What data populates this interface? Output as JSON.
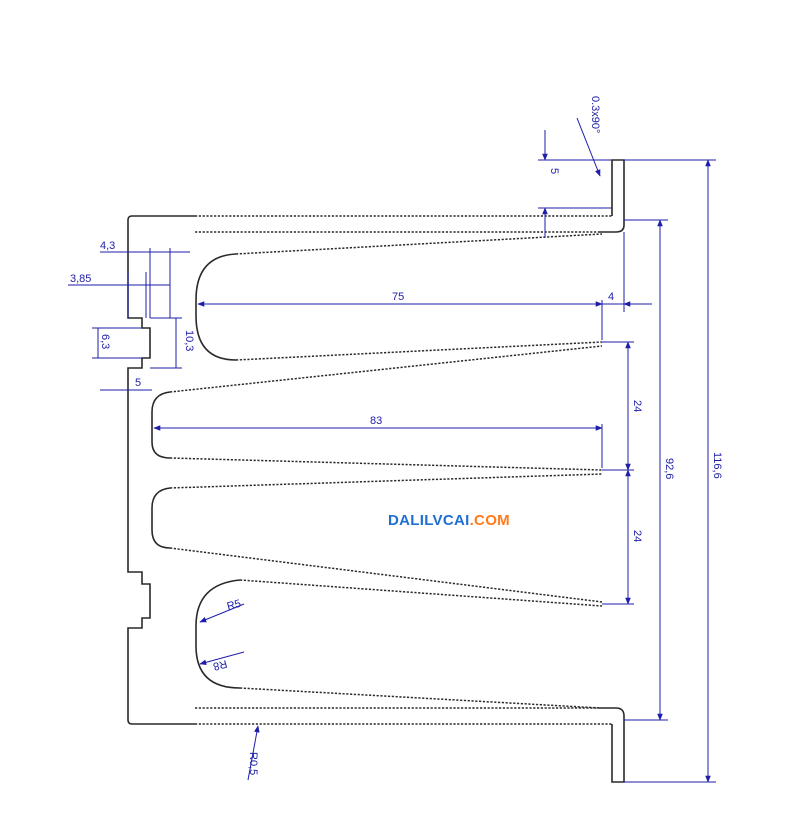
{
  "dimensions": {
    "chamfer": "0.3x90°",
    "lip": "5",
    "slot_width": "4,3",
    "slot_offset": "3,85",
    "slot_height": "10,3",
    "slot_inner": "6,3",
    "base_thickness": "5",
    "fin_length_top": "75",
    "fin_length_mid": "83",
    "fin_gap_top": "4",
    "pitch_a": "24",
    "pitch_b": "24",
    "inner_height": "92,6",
    "overall_height": "116,6",
    "radius_r5": "R5",
    "radius_r8": "R8",
    "radius_r05": "R0,5"
  },
  "watermark": {
    "part1": "DALILVCAI",
    "part2": ".COM",
    "color1": "#1f6fd0",
    "color2": "#ff7a1a"
  }
}
